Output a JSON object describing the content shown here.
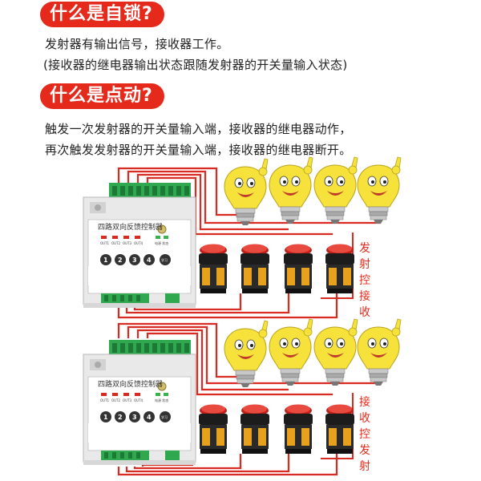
{
  "section1": {
    "heading": "什么是自锁?",
    "line1": "发射器有输出信号，接收器工作。",
    "line2": "(接收器的继电器输出状态跟随发射器的开关量输入状态)"
  },
  "section2": {
    "heading": "什么是点动?",
    "line1": "触发一次发射器的开关量输入端，接收器的继电器动作，",
    "line2": "再次触发发射器的开关量输入端，接收器的继电器断开。"
  },
  "controller": {
    "title": "四路双向反馈控制器",
    "outputs": [
      "OUT1",
      "OUT2",
      "OUT3",
      "OUT4"
    ],
    "buttons": [
      "1",
      "2",
      "3",
      "4"
    ],
    "learn": "学习",
    "status": "电源 状态"
  },
  "labels": {
    "top": [
      "发",
      "射",
      "控",
      "接",
      "收"
    ],
    "bottom": [
      "接",
      "收",
      "控",
      "发",
      "射"
    ]
  },
  "colors": {
    "accent": "#e52a1c",
    "wire": "#d92b22",
    "bulb": "#f6e23a"
  }
}
